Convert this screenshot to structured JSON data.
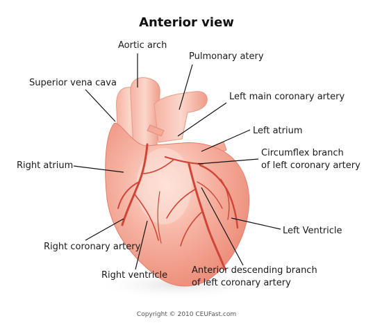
{
  "title": "Anterior view",
  "labels": {
    "aortic_arch": "Aortic arch",
    "pulmonary_artery": "Pulmonary atery",
    "superior_vena_cava": "Superior vena cava",
    "left_main_coronary_artery": "Left main coronary artery",
    "left_atrium": "Left atrium",
    "circumflex_line1": "Circumflex branch",
    "circumflex_line2": "of left coronary artery",
    "right_atrium": "Right atrium",
    "left_ventricle": "Left Ventricle",
    "right_coronary_artery": "Right coronary artery",
    "right_ventricle": "Right ventricle",
    "anterior_descending_line1": "Anterior descending branch",
    "anterior_descending_line2": "of left coronary artery"
  },
  "copyright": "Copyright © 2010 CEUFast.com",
  "colors": {
    "heart_fill": "#f2a08c",
    "heart_highlight": "#fbd2c5",
    "heart_shadow": "#e27f6b",
    "vessel": "#d2483a",
    "leader_line": "#111111"
  }
}
